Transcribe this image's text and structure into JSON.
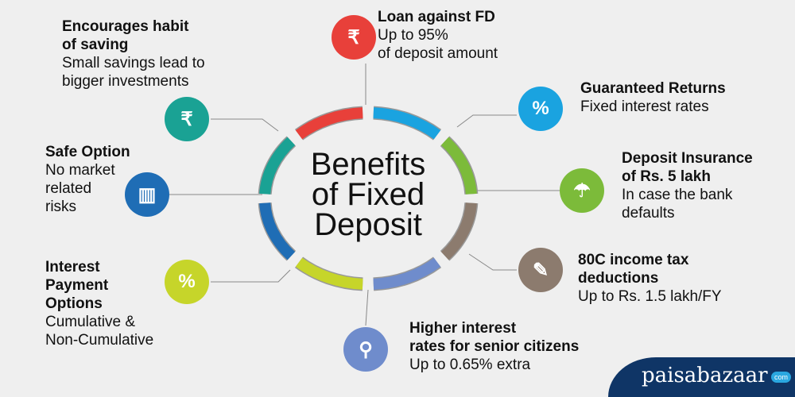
{
  "title": {
    "line1": "Benefits",
    "line2": "of Fixed",
    "line3": "Deposit"
  },
  "benefits": [
    {
      "heading": [
        "Loan against FD"
      ],
      "text": [
        "Up to 95%",
        "of deposit amount"
      ],
      "icon": "rupee-bag-icon",
      "color": "#e8403a"
    },
    {
      "heading": [
        "Guaranteed Returns"
      ],
      "text": [
        "Fixed interest rates"
      ],
      "icon": "percent-hand-icon",
      "color": "#1aa3e0"
    },
    {
      "heading": [
        "Deposit Insurance",
        "of Rs. 5 lakh"
      ],
      "text": [
        "In case the bank",
        "defaults"
      ],
      "icon": "umbrella-coins-icon",
      "color": "#7cbb3a"
    },
    {
      "heading": [
        "80C income tax",
        "deductions"
      ],
      "text": [
        "Up to Rs. 1.5 lakh/FY"
      ],
      "icon": "tax-document-icon",
      "color": "#8c7b6e"
    },
    {
      "heading": [
        "Higher interest",
        "rates for senior citizens"
      ],
      "text": [
        "Up to 0.65% extra"
      ],
      "icon": "senior-citizen-icon",
      "color": "#6f8ccc"
    },
    {
      "heading": [
        "Interest",
        "Payment",
        "Options"
      ],
      "text": [
        "Cumulative &",
        "Non-Cumulative"
      ],
      "icon": "percent-icon",
      "color": "#c6d52a"
    },
    {
      "heading": [
        "Safe Option"
      ],
      "text": [
        "No market",
        "related",
        "risks"
      ],
      "icon": "bar-chart-icon",
      "color": "#1f6db5"
    },
    {
      "heading": [
        "Encourages habit",
        "of saving"
      ],
      "text": [
        "Small savings lead to",
        "bigger investments"
      ],
      "icon": "piggy-bank-icon",
      "color": "#1aa294"
    }
  ],
  "brand": {
    "name": "paisabazaar",
    "suffix": "com"
  }
}
